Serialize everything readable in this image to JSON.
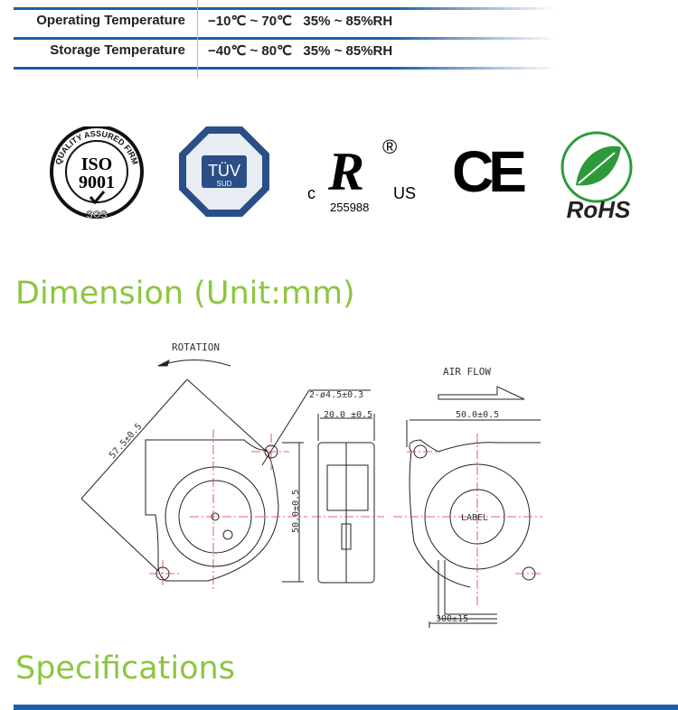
{
  "spec_table": {
    "rows": [
      {
        "label": "Operating Temperature",
        "value": "−10℃ ~ 70℃   35% ~ 85%RH"
      },
      {
        "label": "Storage Temperature",
        "value": "−40℃ ~ 80℃   35% ~ 85%RH"
      }
    ]
  },
  "certifications": {
    "iso": {
      "top": "QUALITY ASSURED FIRM",
      "main": "ISO",
      "number": "9001",
      "bottom": "SGS"
    },
    "tuv": {
      "main": "TÜV",
      "sub": "SUD"
    },
    "ul": {
      "c": "c",
      "us": "US",
      "reg": "®",
      "number": "255988"
    },
    "ce": "CE",
    "rohs": "RoHS"
  },
  "dimension": {
    "heading": "Dimension (Unit:mm)",
    "rotation": "ROTATION",
    "air_flow": "AIR FLOW",
    "diag": "57.5±0.5",
    "hole": "2-ø4.5±0.3",
    "depth": "20.0 ±0.5",
    "height": "50.0±0.5",
    "width": "50.0±0.5",
    "label": "LABEL",
    "cable": "300±15"
  },
  "specifications": {
    "heading": "Specifications"
  },
  "colors": {
    "accent_green": "#8cc63f",
    "rule_blue": "#1b5fa8"
  }
}
